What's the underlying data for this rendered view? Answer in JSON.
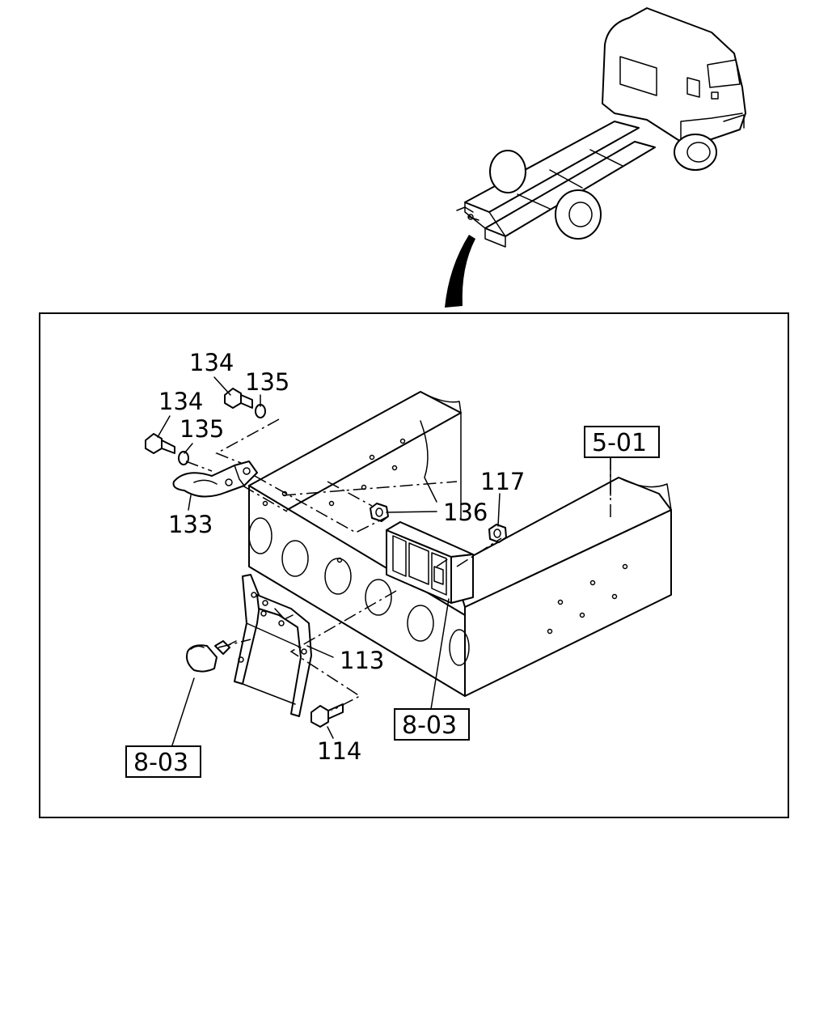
{
  "callouts": {
    "p134a": "134",
    "p135a": "135",
    "p134b": "134",
    "p135b": "135",
    "p133": "133",
    "p136": "136",
    "p117": "117",
    "p113": "113",
    "p114": "114"
  },
  "references": {
    "frame": "5-01",
    "lamp_right": "8-03",
    "lamp_left": "8-03"
  }
}
